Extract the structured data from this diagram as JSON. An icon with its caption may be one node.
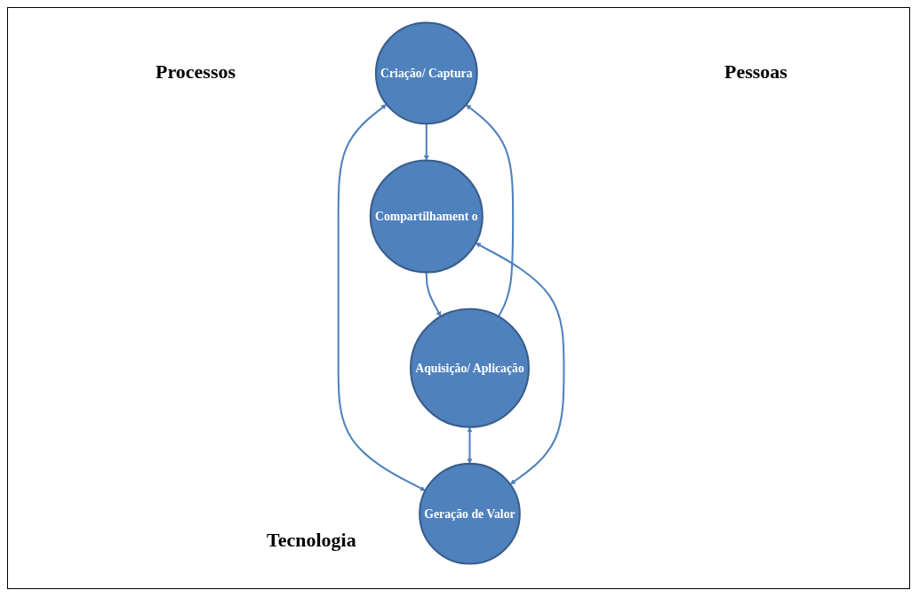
{
  "diagram": {
    "nodes": [
      {
        "text": [
          "Criação/ Captura"
        ]
      },
      {
        "text": [
          "Geração de Valor"
        ]
      },
      {
        "text": [
          "Aquisição/ Aplicação"
        ]
      },
      {
        "text": [
          "Compartilhament o"
        ]
      }
    ],
    "edges": [
      {
        "from": 2,
        "to": 0,
        "arrow": "to"
      },
      {
        "from": 0,
        "to": 3,
        "arrow": "to"
      },
      {
        "from": 3,
        "to": 2,
        "arrow": "to"
      },
      {
        "from": 0,
        "to": 1,
        "arrow": "both"
      },
      {
        "from": 2,
        "to": 1,
        "arrow": "both"
      },
      {
        "from": 1,
        "to": 3,
        "arrow": "both"
      }
    ],
    "labels": [
      "Processos",
      "Pessoas",
      "Tecnologia"
    ]
  }
}
